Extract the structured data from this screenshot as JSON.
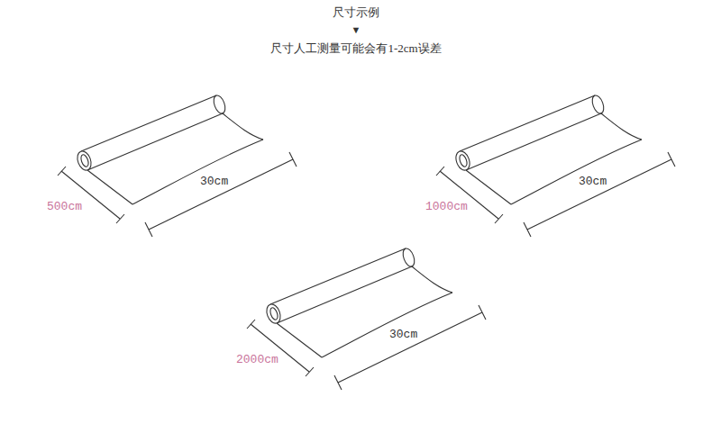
{
  "diagram": {
    "title": "尺寸示例",
    "labels": [
      "▼",
      "尺寸人工测量可能会有1-2cm误差",
      "500cm",
      "30cm",
      "1000cm",
      "30cm",
      "2000cm",
      "30cm"
    ]
  }
}
